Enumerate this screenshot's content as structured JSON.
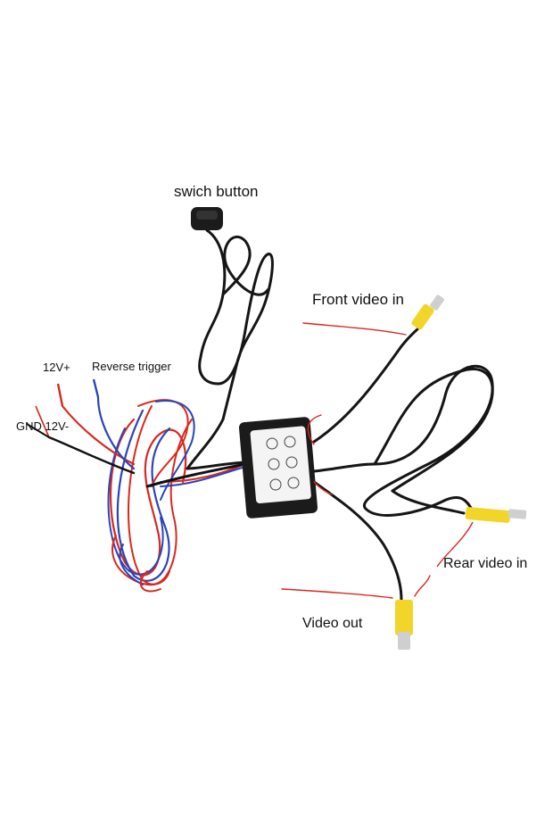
{
  "labels": {
    "switch_button": "swich button",
    "front_video_in": "Front video in",
    "v12_plus": "12V+",
    "reverse_trigger": "Reverse trigger",
    "gnd_12v_minus": "GND 12V-",
    "rear_video_in": "Rear video in",
    "video_out": "Video out"
  },
  "colors": {
    "background": "#ffffff",
    "cable_black": "#151515",
    "wire_red": "#d9281e",
    "wire_blue": "#2a45b8",
    "rca_yellow": "#f1d528",
    "module_body": "#1b1b1b",
    "module_label": "#f4f4f4"
  }
}
